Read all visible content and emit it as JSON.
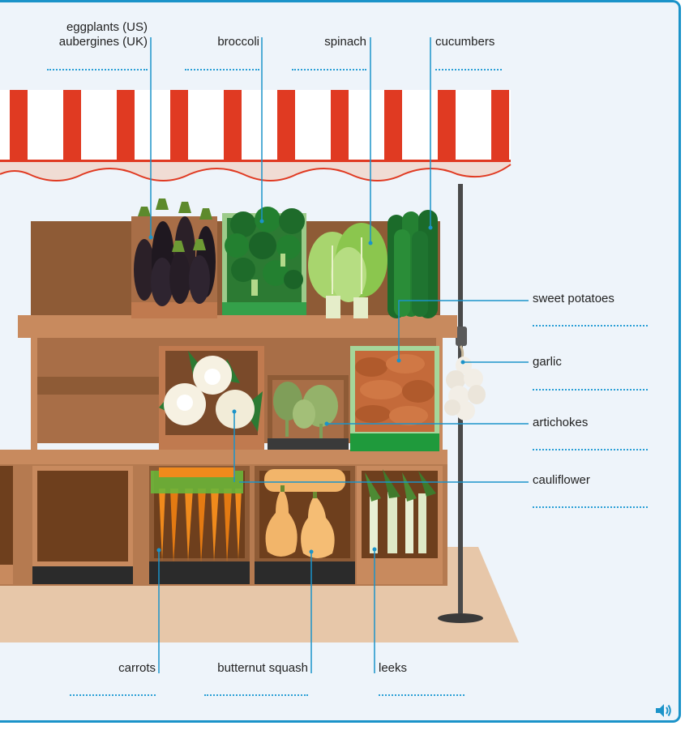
{
  "labels": {
    "eggplants_us": "eggplants (US)",
    "aubergines_uk": "aubergines (UK)",
    "broccoli": "broccoli",
    "spinach": "spinach",
    "cucumbers": "cucumbers",
    "sweet_potatoes": "sweet potatoes",
    "garlic": "garlic",
    "artichokes": "artichokes",
    "cauliflower": "cauliflower",
    "carrots": "carrots",
    "butternut_squash": "butternut  squash",
    "leeks": "leeks"
  },
  "icons": {
    "audio": "speaker-icon"
  },
  "colors": {
    "frame": "#1b93c9",
    "leader": "#1b93c9",
    "awning_red": "#e03a22",
    "wood": "#c88a5e"
  }
}
